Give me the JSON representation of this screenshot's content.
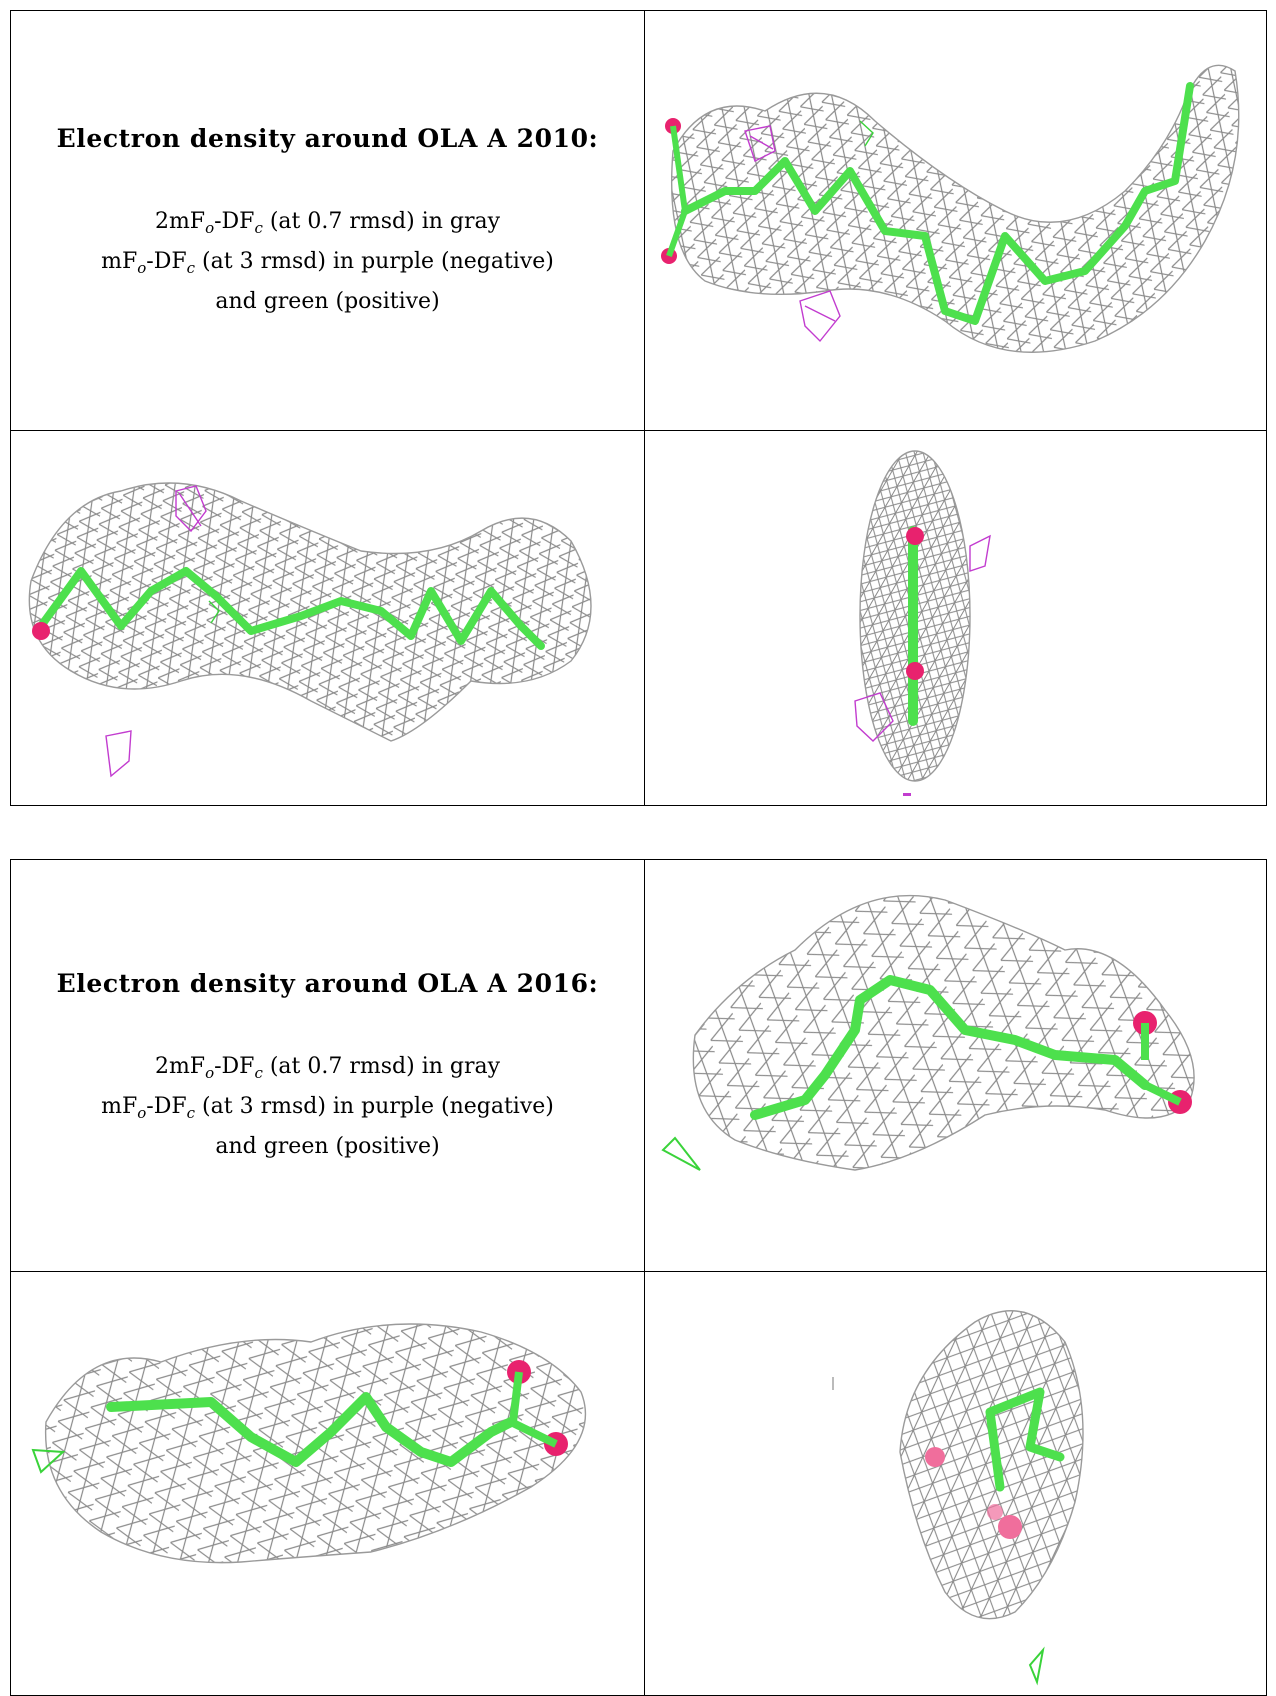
{
  "panels": [
    {
      "title": "Electron density around OLA A 2010:",
      "legend": [
        "2mF_o-DF_c (at 0.7 rmsd) in gray",
        "mF_o-DF_c (at 3 rmsd) in purple (negative)",
        "and green (positive)"
      ],
      "legend_parts": {
        "l1_a": "2mF",
        "l1_sub1": "o",
        "l1_b": "-DF",
        "l1_sub2": "c",
        "l1_c": " (at 0.7 rmsd) in gray",
        "l2_a": "mF",
        "l2_sub1": "o",
        "l2_b": "-DF",
        "l2_sub2": "c",
        "l2_c": " (at 3 rmsd) in purple (negative)",
        "l3": "and green (positive)"
      },
      "views": [
        "side-view-1",
        "side-view-2",
        "end-view"
      ]
    },
    {
      "title": "Electron density around OLA A 2016:",
      "legend": [
        "2mF_o-DF_c (at 0.7 rmsd) in gray",
        "mF_o-DF_c (at 3 rmsd) in purple (negative)",
        "and green (positive)"
      ],
      "legend_parts": {
        "l1_a": "2mF",
        "l1_sub1": "o",
        "l1_b": "-DF",
        "l1_sub2": "c",
        "l1_c": " (at 0.7 rmsd) in gray",
        "l2_a": "mF",
        "l2_sub1": "o",
        "l2_b": "-DF",
        "l2_sub2": "c",
        "l2_c": " (at 3 rmsd) in purple (negative)",
        "l3": "and green (positive)"
      },
      "views": [
        "side-view-1",
        "side-view-2",
        "end-view"
      ]
    }
  ],
  "colors": {
    "density_mesh": "#8a8a8a",
    "negative_difference": "#c23ccf",
    "positive_difference": "#3ad33a",
    "carbon_bond": "#4de04d",
    "oxygen_atom": "#e8226e"
  },
  "icons": [
    "electron-density-mesh",
    "ligand-stick-model",
    "oxygen-atom-sphere"
  ]
}
